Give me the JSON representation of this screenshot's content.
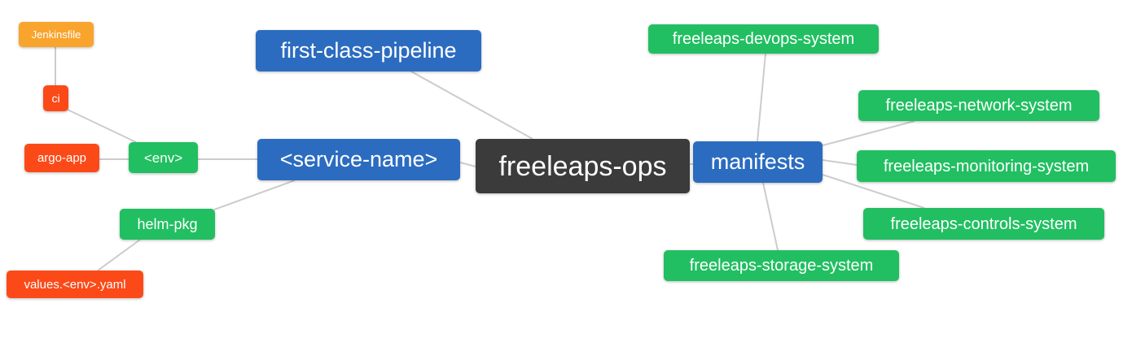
{
  "palette": {
    "blue": "#2b6cc0",
    "green": "#21bf61",
    "red": "#fb4a18",
    "orange": "#f9a42c",
    "dark": "#3b3b3b",
    "edge": "#cccccc",
    "text": "#ffffff",
    "background": "#ffffff"
  },
  "mindmap": {
    "root_label": "freeleaps-ops",
    "nodes": [
      {
        "id": "jenkinsfile",
        "label": "Jenkinsfile",
        "color": "orange"
      },
      {
        "id": "ci",
        "label": "ci",
        "color": "red"
      },
      {
        "id": "argo-app",
        "label": "argo-app",
        "color": "red"
      },
      {
        "id": "env",
        "label": "<env>",
        "color": "green"
      },
      {
        "id": "helm-pkg",
        "label": "helm-pkg",
        "color": "green"
      },
      {
        "id": "values-env-yaml",
        "label": "values.<env>.yaml",
        "color": "red"
      },
      {
        "id": "service-name",
        "label": "<service-name>",
        "color": "blue"
      },
      {
        "id": "first-class-pipeline",
        "label": "first-class-pipeline",
        "color": "blue"
      },
      {
        "id": "freeleaps-ops",
        "label": "freeleaps-ops",
        "color": "dark"
      },
      {
        "id": "manifests",
        "label": "manifests",
        "color": "blue"
      },
      {
        "id": "freeleaps-devops-system",
        "label": "freeleaps-devops-system",
        "color": "green"
      },
      {
        "id": "freeleaps-network-system",
        "label": "freeleaps-network-system",
        "color": "green"
      },
      {
        "id": "freeleaps-monitoring-system",
        "label": "freeleaps-monitoring-system",
        "color": "green"
      },
      {
        "id": "freeleaps-controls-system",
        "label": "freeleaps-controls-system",
        "color": "green"
      },
      {
        "id": "freeleaps-storage-system",
        "label": "freeleaps-storage-system",
        "color": "green"
      }
    ],
    "edges": [
      {
        "from": "jenkinsfile",
        "to": "ci"
      },
      {
        "from": "ci",
        "to": "env"
      },
      {
        "from": "argo-app",
        "to": "env"
      },
      {
        "from": "env",
        "to": "service-name"
      },
      {
        "from": "helm-pkg",
        "to": "service-name"
      },
      {
        "from": "helm-pkg",
        "to": "values-env-yaml"
      },
      {
        "from": "service-name",
        "to": "freeleaps-ops"
      },
      {
        "from": "first-class-pipeline",
        "to": "freeleaps-ops"
      },
      {
        "from": "freeleaps-ops",
        "to": "manifests"
      },
      {
        "from": "manifests",
        "to": "freeleaps-devops-system"
      },
      {
        "from": "manifests",
        "to": "freeleaps-network-system"
      },
      {
        "from": "manifests",
        "to": "freeleaps-monitoring-system"
      },
      {
        "from": "manifests",
        "to": "freeleaps-controls-system"
      },
      {
        "from": "manifests",
        "to": "freeleaps-storage-system"
      }
    ]
  }
}
